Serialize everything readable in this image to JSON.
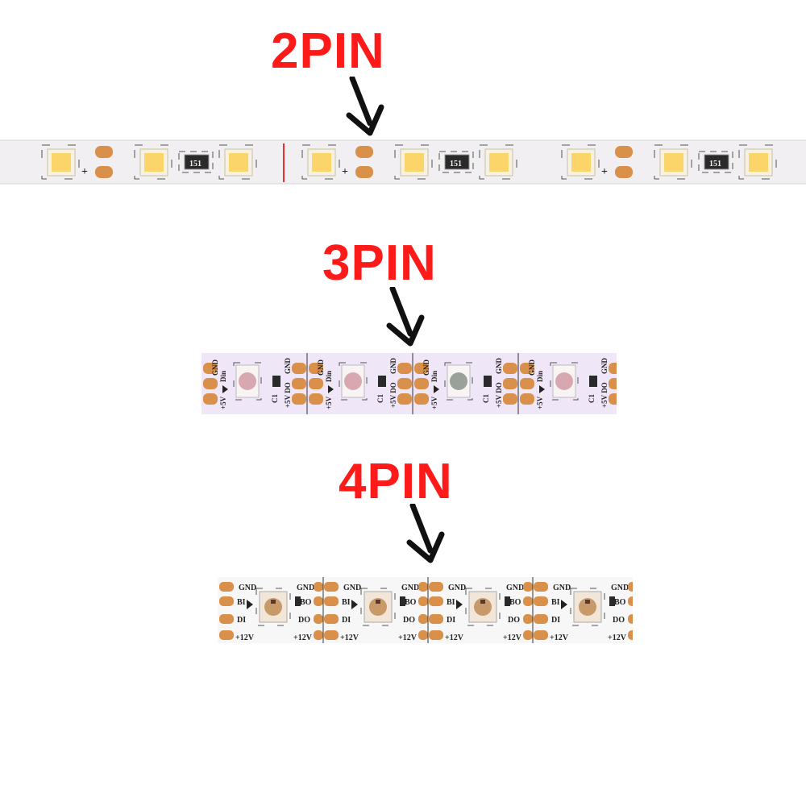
{
  "headings": {
    "two_pin": "2PIN",
    "three_pin": "3PIN",
    "four_pin": "4PIN"
  },
  "colors": {
    "heading": "#ff1a1a",
    "pcb_2pin": "#f1eff1",
    "pcb_3pin": "#efe6f7",
    "pcb_4pin": "#f7f7f7",
    "copper_pad": "#d9904a",
    "led_yellow": "#fbd56a"
  },
  "strip_2pin": {
    "plus_mark": "+",
    "resistor_label": "151",
    "segments": 3
  },
  "strip_3pin": {
    "label_gnd": "GND",
    "label_din": "Din",
    "label_5v": "+5V",
    "label_do": "DO",
    "label_c1": "C1",
    "segments": 4
  },
  "strip_4pin": {
    "label_gnd": "GND",
    "label_bi": "BI",
    "label_di": "DI",
    "label_12v": "+12V",
    "label_bo": "BO",
    "label_do": "DO",
    "segments": 4
  }
}
